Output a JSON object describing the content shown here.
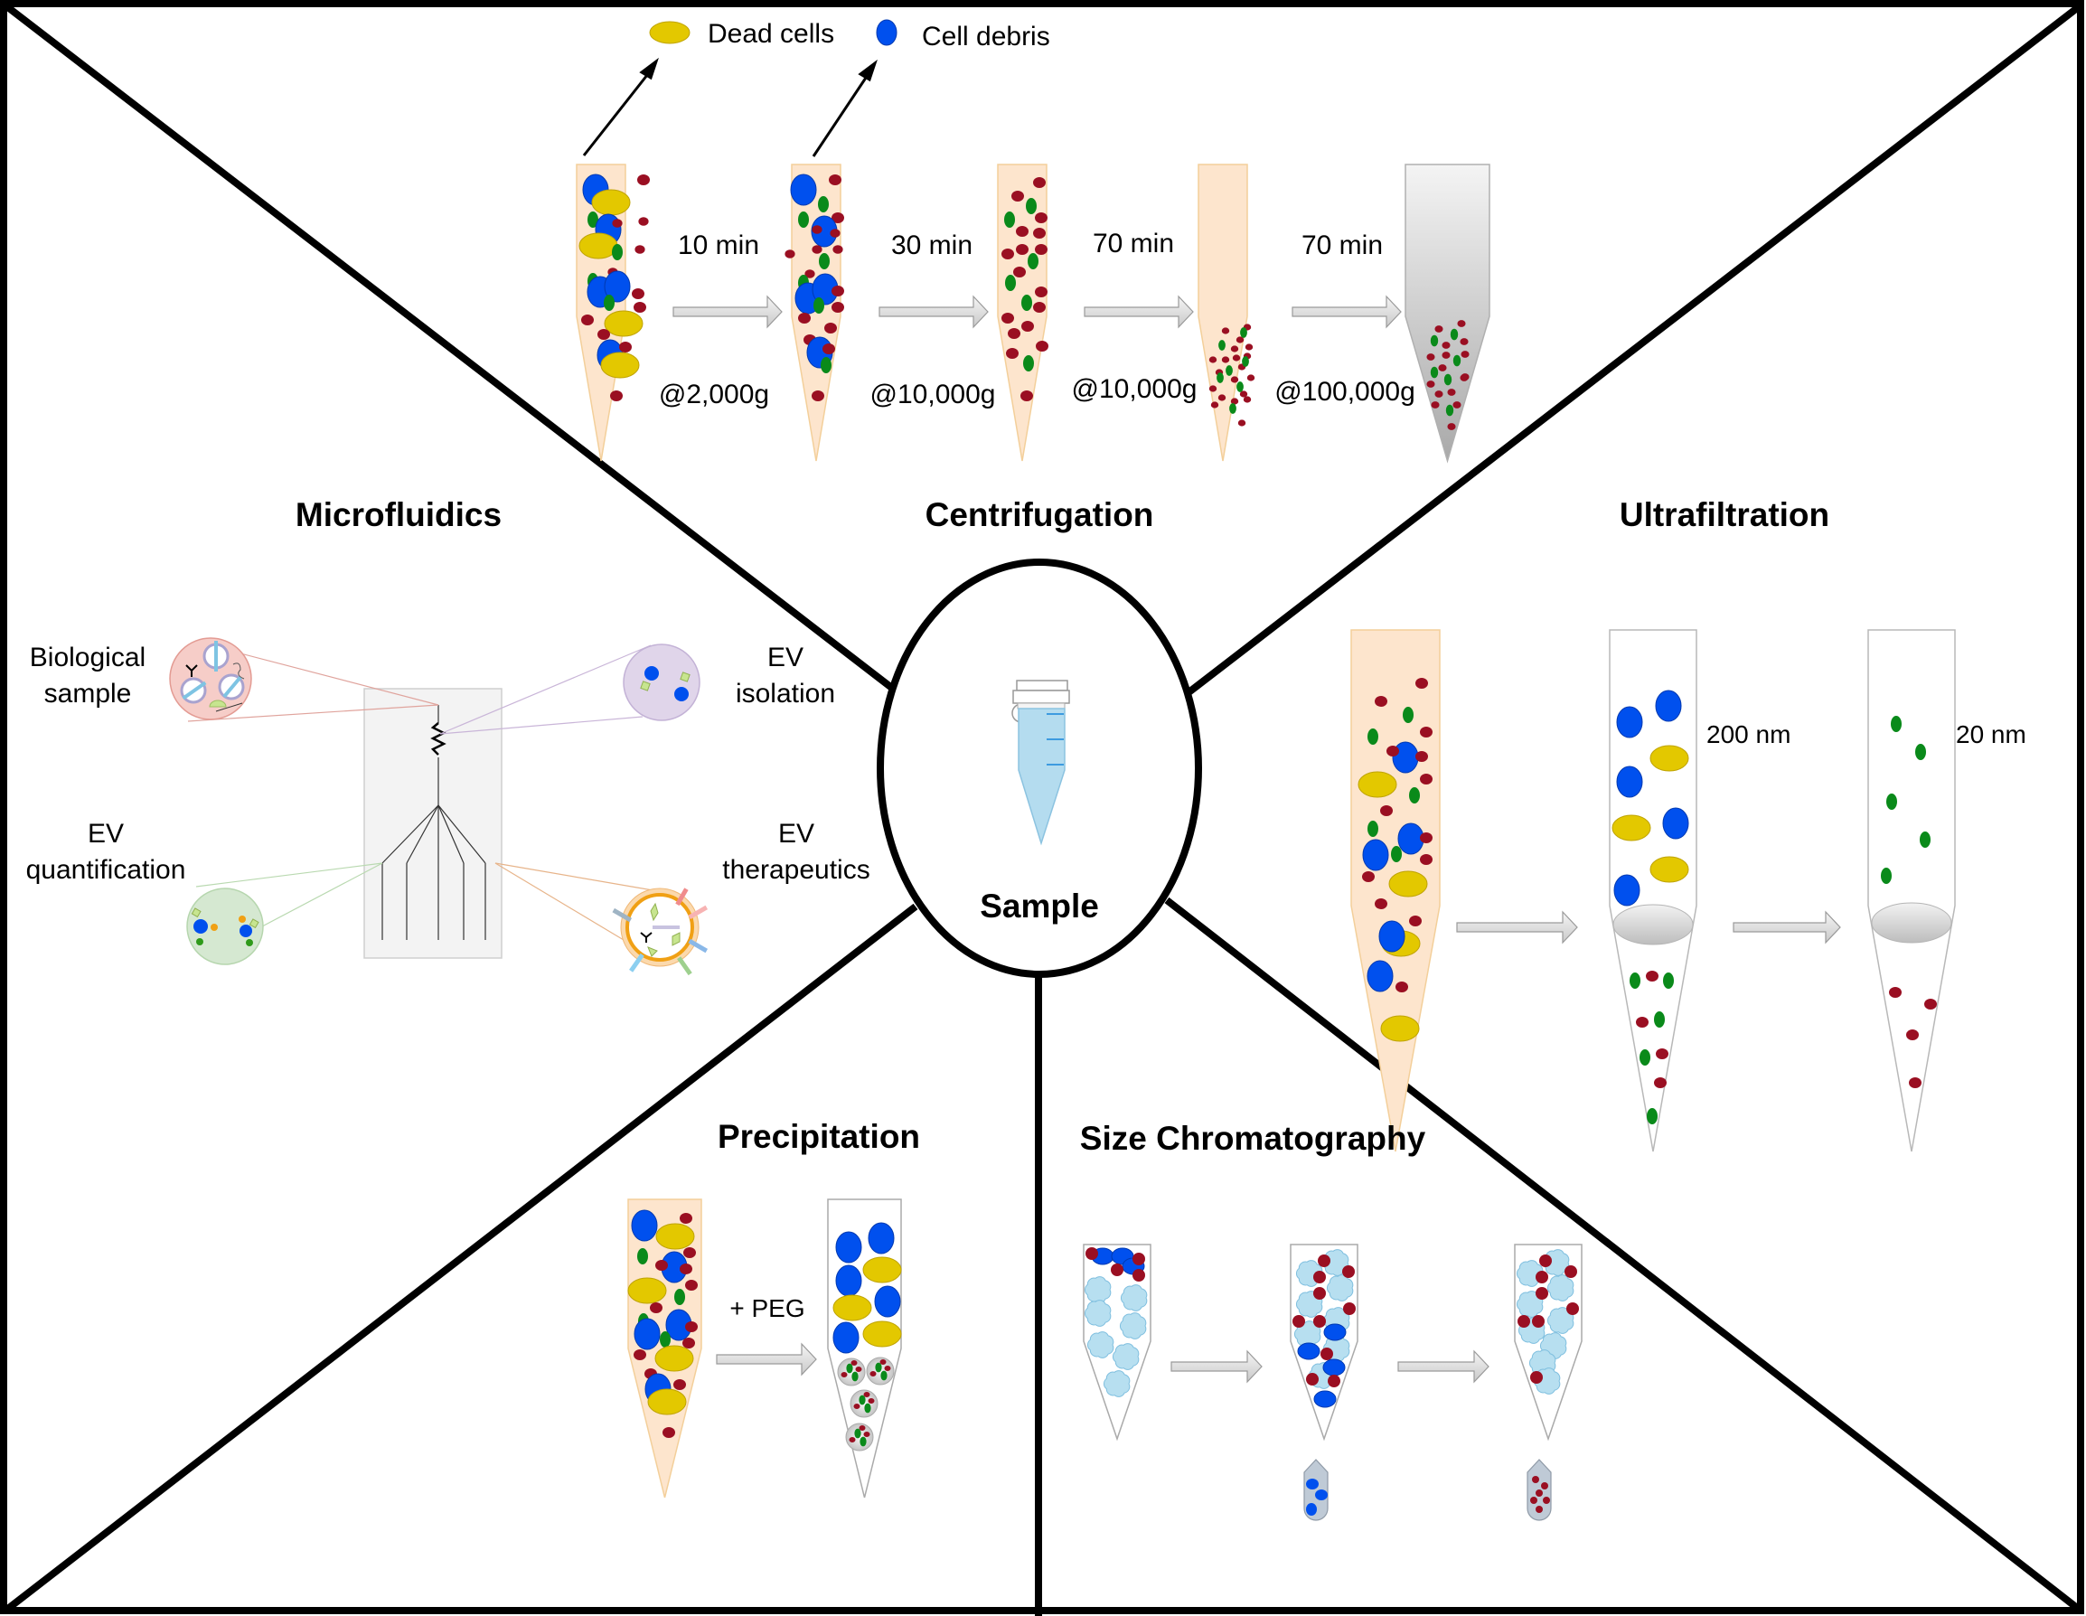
{
  "center": {
    "label": "Sample"
  },
  "sections": {
    "centrifugation": {
      "title": "Centrifugation",
      "legend": [
        {
          "name": "Dead cells",
          "color": "#e3c800",
          "shape": "oval"
        },
        {
          "name": "Cell debris",
          "color": "#0050ee",
          "shape": "oval"
        }
      ],
      "steps": [
        {
          "time": "10 min",
          "speed": "@2,000g"
        },
        {
          "time": "30 min",
          "speed": "@10,000g"
        },
        {
          "time": "70 min",
          "speed": "@10,000g"
        },
        {
          "time": "70 min",
          "speed": "@100,000g"
        }
      ]
    },
    "ultrafiltration": {
      "title": "Ultrafiltration",
      "filters": [
        "200 nm",
        "20 nm"
      ]
    },
    "microfluidics": {
      "title": "Microfluidics",
      "labels": {
        "biological_sample": [
          "Biological",
          "sample"
        ],
        "ev_isolation": [
          "EV",
          "isolation"
        ],
        "ev_quantification": [
          "EV",
          "quantification"
        ],
        "ev_therapeutics": [
          "EV",
          "therapeutics"
        ]
      }
    },
    "precipitation": {
      "title": "Precipitation",
      "reagent": "+ PEG"
    },
    "size_chromatography": {
      "title": "Size Chromatography"
    }
  },
  "colors": {
    "border": "#000000",
    "tube_fill": "#fde5cd",
    "tube_stroke": "#f3cf9a",
    "dead_cell": "#e3c800",
    "cell_debris": "#0050ee",
    "ev_green": "#0a8a1a",
    "protein_red": "#9a0f22",
    "bead": "#b7dff0",
    "sample_tube": "#b4dcef",
    "arrow": "#d9d9d9"
  }
}
